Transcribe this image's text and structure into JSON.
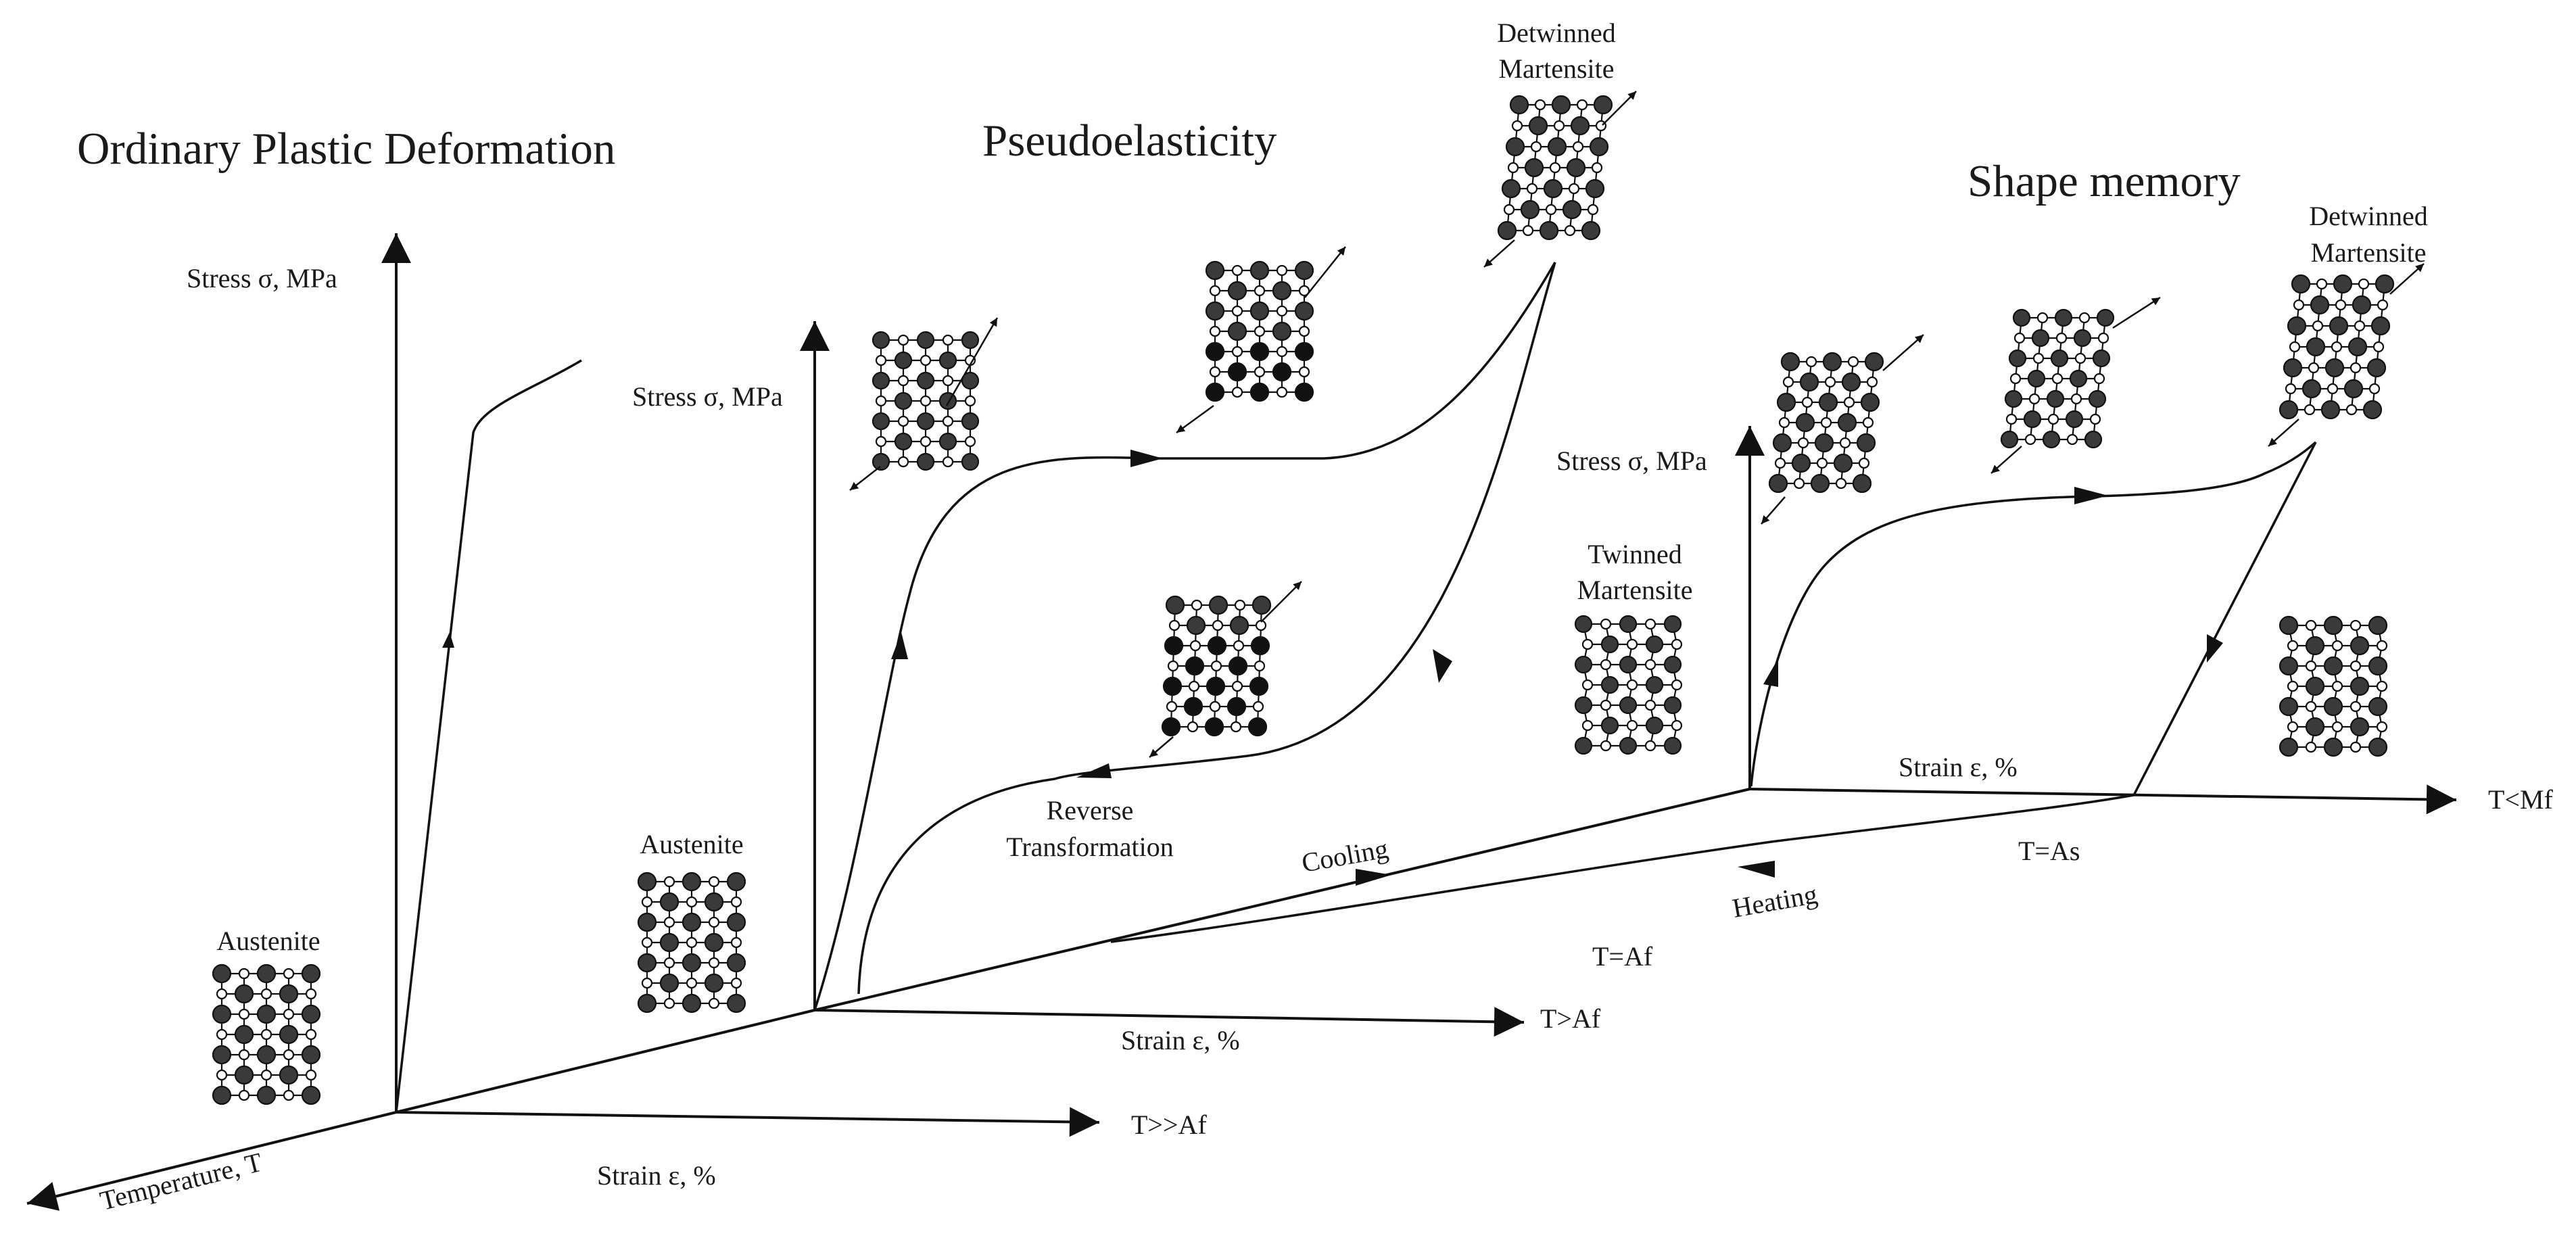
{
  "titles": {
    "plastic": "Ordinary Plastic Deformation",
    "pseudo": "Pseudoelasticity",
    "shape": "Shape memory"
  },
  "axes": {
    "stress": "Stress σ, MPa",
    "strain": "Strain ε, %",
    "temperature": "Temperature, T"
  },
  "conditions": {
    "t_much_above_af": "T>>Af",
    "t_above_af": "T>Af",
    "t_below_mf": "T<Mf",
    "t_eq_af": "T=Af",
    "t_eq_as": "T=As"
  },
  "process": {
    "cooling": "Cooling",
    "heating": "Heating",
    "reverse_line1": "Reverse",
    "reverse_line2": "Transformation"
  },
  "phases": {
    "austenite": "Austenite",
    "detwinned_line1": "Detwinned",
    "detwinned_line2": "Martensite",
    "twinned_line1": "Twinned",
    "twinned_line2": "Martensite"
  },
  "colors": {
    "ink": "#111111",
    "atom_dark": "#3a3a3a",
    "atom_black": "#111111",
    "atom_light": "#ffffff"
  }
}
